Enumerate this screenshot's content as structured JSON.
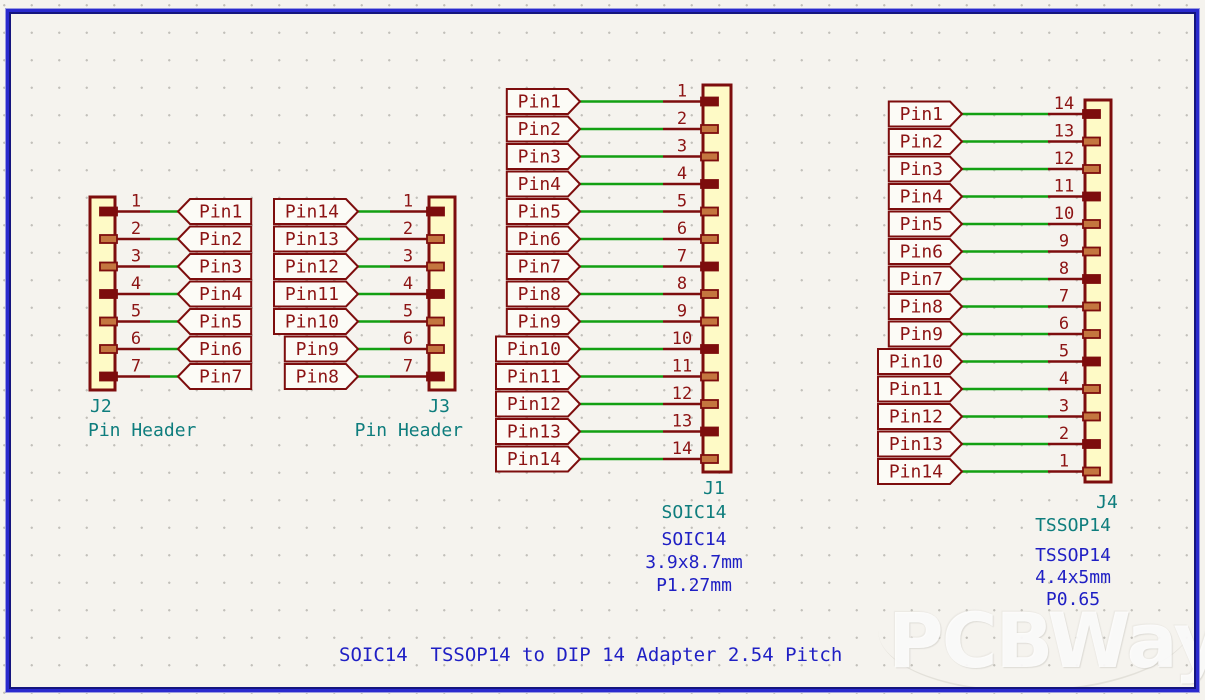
{
  "sheet": {
    "title_note": "SOIC14  TSSOP14 to DIP 14 Adapter 2.54 Pitch",
    "watermark": "PCBWay"
  },
  "colors": {
    "background": "#f5f3ee",
    "frame_blue": "#2a2ace",
    "symbol_outline": "#7d0d0d",
    "symbol_fill": "#fefac6",
    "wire_green": "#12a012",
    "pin_text": "#8c1414",
    "label_fill": "#fcfbf6",
    "ref_teal": "#0e7d7d",
    "note_blue": "#1f1fc4",
    "contact_fill": "#c4763f"
  },
  "connectors": [
    {
      "ref": "J2",
      "value": "Pin Header",
      "notes": [],
      "pins": [
        {
          "number": "1",
          "label": "Pin1"
        },
        {
          "number": "2",
          "label": "Pin2"
        },
        {
          "number": "3",
          "label": "Pin3"
        },
        {
          "number": "4",
          "label": "Pin4"
        },
        {
          "number": "5",
          "label": "Pin5"
        },
        {
          "number": "6",
          "label": "Pin6"
        },
        {
          "number": "7",
          "label": "Pin7"
        }
      ]
    },
    {
      "ref": "J3",
      "value": "Pin Header",
      "notes": [],
      "pins": [
        {
          "number": "1",
          "label": "Pin14"
        },
        {
          "number": "2",
          "label": "Pin13"
        },
        {
          "number": "3",
          "label": "Pin12"
        },
        {
          "number": "4",
          "label": "Pin11"
        },
        {
          "number": "5",
          "label": "Pin10"
        },
        {
          "number": "6",
          "label": "Pin9"
        },
        {
          "number": "7",
          "label": "Pin8"
        }
      ]
    },
    {
      "ref": "J1",
      "value": "SOIC14",
      "notes": [
        "SOIC14",
        "3.9x8.7mm",
        "P1.27mm"
      ],
      "pins": [
        {
          "number": "1",
          "label": "Pin1"
        },
        {
          "number": "2",
          "label": "Pin2"
        },
        {
          "number": "3",
          "label": "Pin3"
        },
        {
          "number": "4",
          "label": "Pin4"
        },
        {
          "number": "5",
          "label": "Pin5"
        },
        {
          "number": "6",
          "label": "Pin6"
        },
        {
          "number": "7",
          "label": "Pin7"
        },
        {
          "number": "8",
          "label": "Pin8"
        },
        {
          "number": "9",
          "label": "Pin9"
        },
        {
          "number": "10",
          "label": "Pin10"
        },
        {
          "number": "11",
          "label": "Pin11"
        },
        {
          "number": "12",
          "label": "Pin12"
        },
        {
          "number": "13",
          "label": "Pin13"
        },
        {
          "number": "14",
          "label": "Pin14"
        }
      ]
    },
    {
      "ref": "J4",
      "value": "TSSOP14",
      "notes": [
        "TSSOP14",
        "4.4x5mm",
        "P0.65"
      ],
      "pins": [
        {
          "number": "14",
          "label": "Pin1"
        },
        {
          "number": "13",
          "label": "Pin2"
        },
        {
          "number": "12",
          "label": "Pin3"
        },
        {
          "number": "11",
          "label": "Pin4"
        },
        {
          "number": "10",
          "label": "Pin5"
        },
        {
          "number": "9",
          "label": "Pin6"
        },
        {
          "number": "8",
          "label": "Pin7"
        },
        {
          "number": "7",
          "label": "Pin8"
        },
        {
          "number": "6",
          "label": "Pin9"
        },
        {
          "number": "5",
          "label": "Pin10"
        },
        {
          "number": "4",
          "label": "Pin11"
        },
        {
          "number": "3",
          "label": "Pin12"
        },
        {
          "number": "2",
          "label": "Pin13"
        },
        {
          "number": "1",
          "label": "Pin14"
        }
      ]
    }
  ]
}
